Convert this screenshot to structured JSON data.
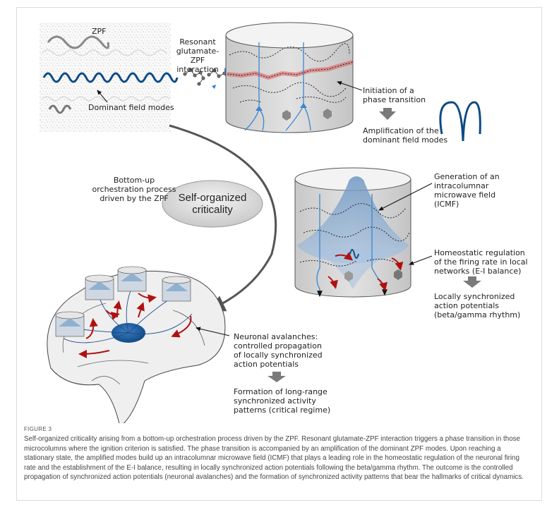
{
  "figure": {
    "label": "FIGURE 3",
    "caption": "Self-organized criticality arising from a bottom-up orchestration process driven by the ZPF. Resonant glutamate-ZPF interaction triggers a phase transition in those microcolumns where the ignition criterion is satisfied. The phase transition is accompanied by an amplification of the dominant ZPF modes. Upon reaching a stationary state, the amplified modes build up an intracolumnar microwave field (ICMF) that plays a leading role in the homeostatic regulation of the neuronal firing rate and the establishment of the E-I balance, resulting in locally synchronized action potentials following the beta/gamma rhythm. The outcome is the controlled propagation of synchronized action potentials (neuronal avalanches) and the formation of synchronized activity patterns that bear the hallmarks of critical dynamics."
  },
  "panel_top_left": {
    "zpf_label": "ZPF",
    "dominant_modes_label": "Dominant field modes",
    "resonant_label": [
      "Resonant",
      "glutamate-ZPF",
      "interaction"
    ]
  },
  "panel_top_right": {
    "initiation_label": [
      "Initiation of a",
      "phase transition"
    ],
    "amplification_label": [
      "Amplification of the",
      "dominant field modes"
    ]
  },
  "center": {
    "orchestration_label": [
      "Bottom-up",
      "orchestration process",
      "driven by the ZPF"
    ],
    "soc_label": [
      "Self-organized",
      "criticality"
    ]
  },
  "panel_mid_right": {
    "icmf_label": [
      "Generation of an",
      "intracolumnar",
      "microwave field",
      "(ICMF)"
    ],
    "homeostatic_label": [
      "Homeostatic regulation",
      "of the firing rate in local",
      "networks (E-I balance)"
    ],
    "local_sync_label": [
      "Locally synchronized",
      "action potentials",
      "(beta/gamma rhythm)"
    ]
  },
  "panel_brain": {
    "avalanches_label": [
      "Neuronal avalanches:",
      "controlled propagation",
      "of locally synchronized",
      "action potentials"
    ],
    "formation_label": [
      "Formation of long-range",
      "synchronized activity",
      "patterns (critical regime)"
    ]
  },
  "colors": {
    "wave_dark_blue": "#0d4a85",
    "neuron_blue": "#3a86d0",
    "phase_red": "#e06060",
    "arrow_red": "#b01010",
    "column_gray": "#d9d9d9",
    "field_blue": "#7fa6cc",
    "arrow_gray": "#7a7a7a"
  }
}
